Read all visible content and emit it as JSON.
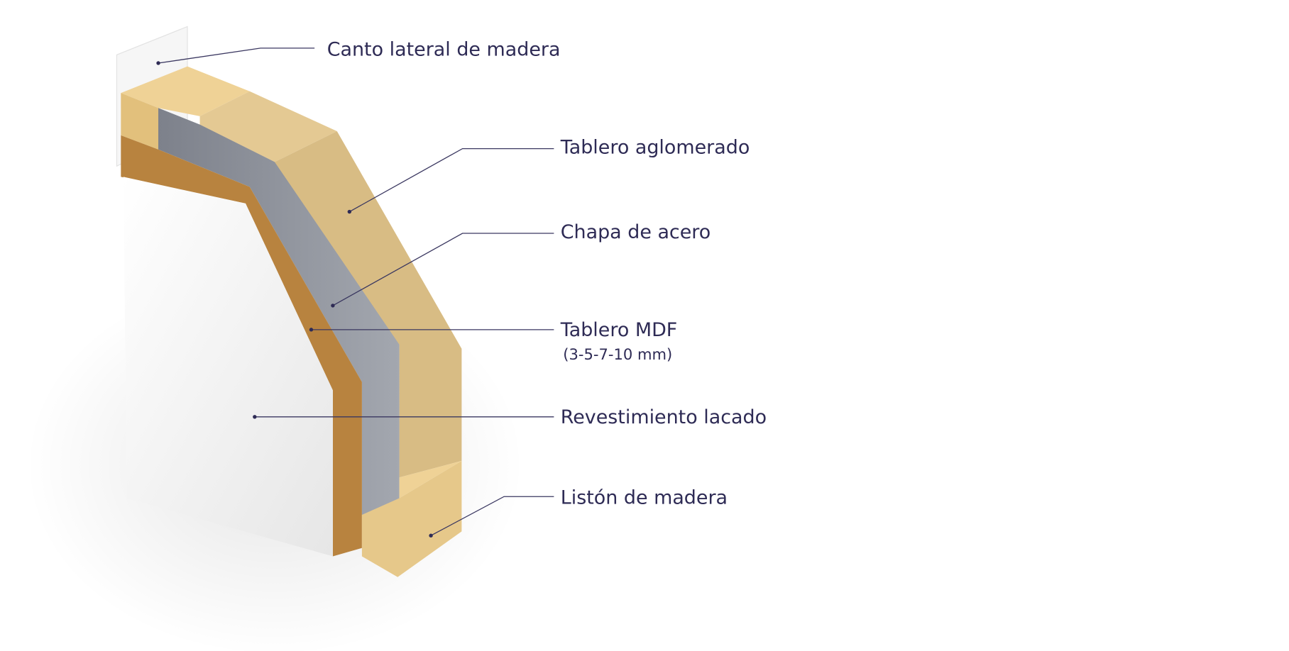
{
  "labels": {
    "canto": "Canto lateral de madera",
    "aglomerado": "Tablero aglomerado",
    "acero": "Chapa de acero",
    "mdf": "Tablero MDF",
    "mdf_sizes": "(3-5-7-10 mm)",
    "lacado": "Revestimiento lacado",
    "liston": "Listón de madera"
  },
  "colors": {
    "text": "#2e2b55",
    "mdf": "#b8833f",
    "steel": "#8b8f98",
    "particle": "#d8bc84",
    "pine": "#e6c88a",
    "lacquer": "#f4f4f4"
  }
}
